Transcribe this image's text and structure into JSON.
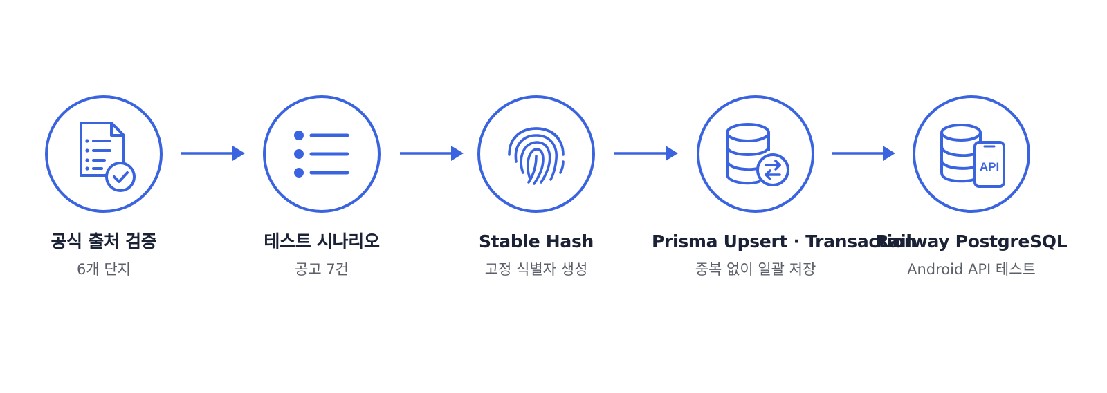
{
  "colors": {
    "accent": "#3a63e0",
    "title": "#1b2236",
    "subtitle": "#5b5f68",
    "background": "#ffffff"
  },
  "steps": [
    {
      "title": "공식 출처 검증",
      "subtitle": "6개 단지",
      "icon": "document-check-icon"
    },
    {
      "title": "테스트 시나리오",
      "subtitle": "공고 7건",
      "icon": "list-icon"
    },
    {
      "title": "Stable Hash",
      "subtitle": "고정 식별자 생성",
      "icon": "fingerprint-icon"
    },
    {
      "title": "Prisma Upsert · Transaction",
      "subtitle": "중복 없이 일괄 저장",
      "icon": "database-sync-icon"
    },
    {
      "title": "Railway PostgreSQL",
      "subtitle": "Android API 테스트",
      "icon": "database-api-icon"
    }
  ],
  "icon_text": {
    "api_label": "API"
  },
  "arrows": [
    {
      "icon": "arrow-right-icon"
    },
    {
      "icon": "arrow-right-icon"
    },
    {
      "icon": "arrow-right-icon"
    },
    {
      "icon": "arrow-right-icon"
    }
  ]
}
